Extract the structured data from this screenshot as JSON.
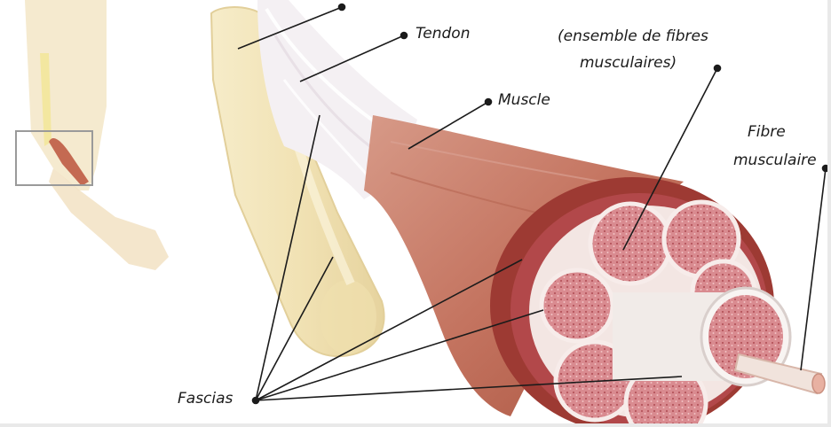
{
  "labels": {
    "tendon": "Tendon",
    "muscle": "Muscle",
    "bundle_line1": "(ensemble de fibres",
    "bundle_line2": "musculaires)",
    "fibre_line1": "Fibre",
    "fibre_line2": "musculaire",
    "fascias": "Fascias"
  },
  "colors": {
    "bone": "#f3e7bf",
    "tendon": "#f3eef2",
    "muscle": "#bd6e5b",
    "muscle_dark": "#a33f36",
    "bundle_fill": "#d6878d",
    "fibre": "#efe9e6",
    "leader": "#1b1b1b"
  }
}
